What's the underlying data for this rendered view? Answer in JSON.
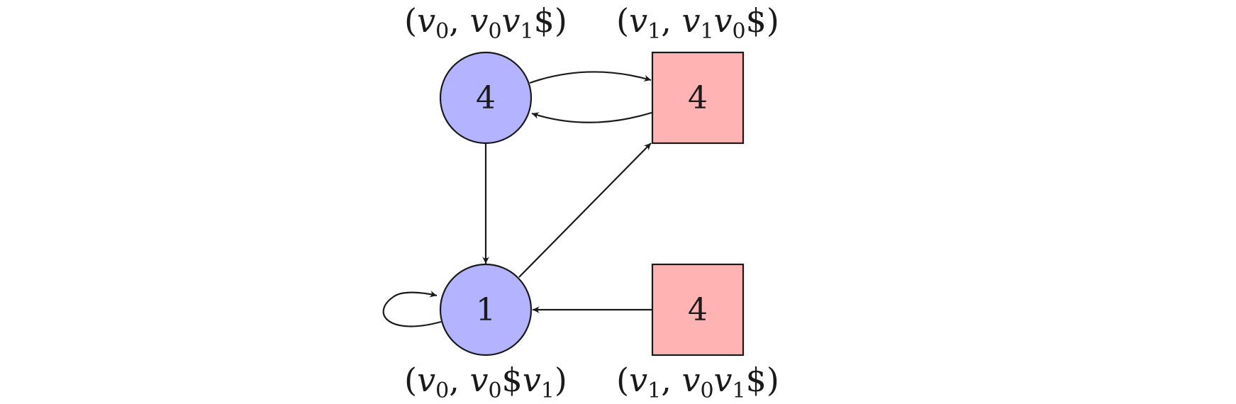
{
  "nodes": [
    {
      "id": "n-top-left",
      "shape": "circle",
      "value": "4",
      "fill": "#b3b3ff",
      "label": {
        "open": "(",
        "v1": "v",
        "s1": "0",
        "sep": ", ",
        "v2": "v",
        "s2": "0",
        "v3": "v",
        "s3": "1",
        "dollar_pos": "end",
        "close": "$)"
      }
    },
    {
      "id": "n-top-right",
      "shape": "square",
      "value": "4",
      "fill": "#ffb3b3",
      "label": {
        "open": "(",
        "v1": "v",
        "s1": "1",
        "sep": ", ",
        "v2": "v",
        "s2": "1",
        "v3": "v",
        "s3": "0",
        "dollar_pos": "end",
        "close": "$)"
      }
    },
    {
      "id": "n-bottom-left",
      "shape": "circle",
      "value": "1",
      "fill": "#b3b3ff",
      "label": {
        "open": "(",
        "v1": "v",
        "s1": "0",
        "sep": ", ",
        "v2": "v",
        "s2": "0",
        "v3": "v",
        "s3": "1",
        "dollar_pos": "middle",
        "close": ")"
      }
    },
    {
      "id": "n-bottom-right",
      "shape": "square",
      "value": "4",
      "fill": "#ffb3b3",
      "label": {
        "open": "(",
        "v1": "v",
        "s1": "1",
        "sep": ", ",
        "v2": "v",
        "s2": "0",
        "v3": "v",
        "s3": "1",
        "dollar_pos": "end",
        "close": "$)"
      }
    }
  ],
  "edges": [
    {
      "from": "n-top-left",
      "to": "n-top-right"
    },
    {
      "from": "n-top-right",
      "to": "n-top-left"
    },
    {
      "from": "n-top-left",
      "to": "n-bottom-left"
    },
    {
      "from": "n-bottom-left",
      "to": "n-top-right"
    },
    {
      "from": "n-bottom-right",
      "to": "n-bottom-left"
    },
    {
      "from": "n-bottom-left",
      "to": "n-bottom-left"
    }
  ]
}
